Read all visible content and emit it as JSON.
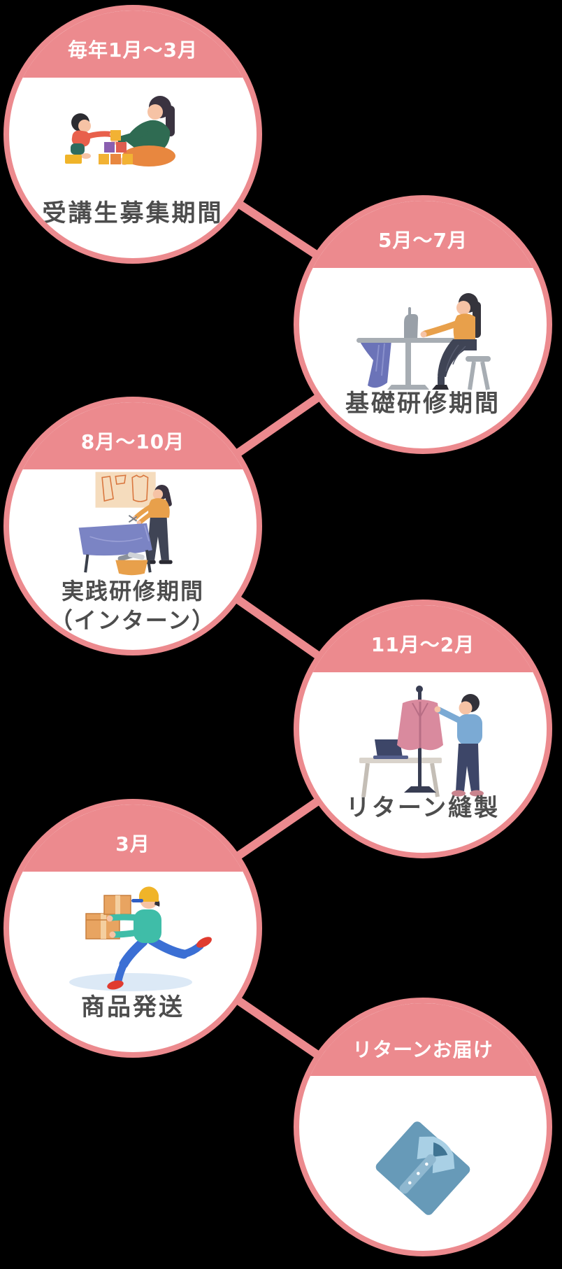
{
  "accent_color": "#EC8A8E",
  "label_color": "#4d4d4d",
  "band_text_color": "#ffffff",
  "steps": [
    {
      "period": "毎年1月〜3月",
      "label": "受講生募集期間",
      "icon": "parent-child-blocks-illustration"
    },
    {
      "period": "5月〜7月",
      "label": "基礎研修期間",
      "icon": "sewing-machine-illustration"
    },
    {
      "period": "8月〜10月",
      "label": "実践研修期間",
      "label2": "（インターン）",
      "icon": "fabric-cutting-illustration"
    },
    {
      "period": "11月〜2月",
      "label": "リターン縫製",
      "icon": "mannequin-sewing-illustration"
    },
    {
      "period": "3月",
      "label": "商品発送",
      "icon": "delivery-runner-illustration"
    },
    {
      "period": "リターンお届け",
      "label": "",
      "icon": "folded-shirt-illustration"
    }
  ]
}
